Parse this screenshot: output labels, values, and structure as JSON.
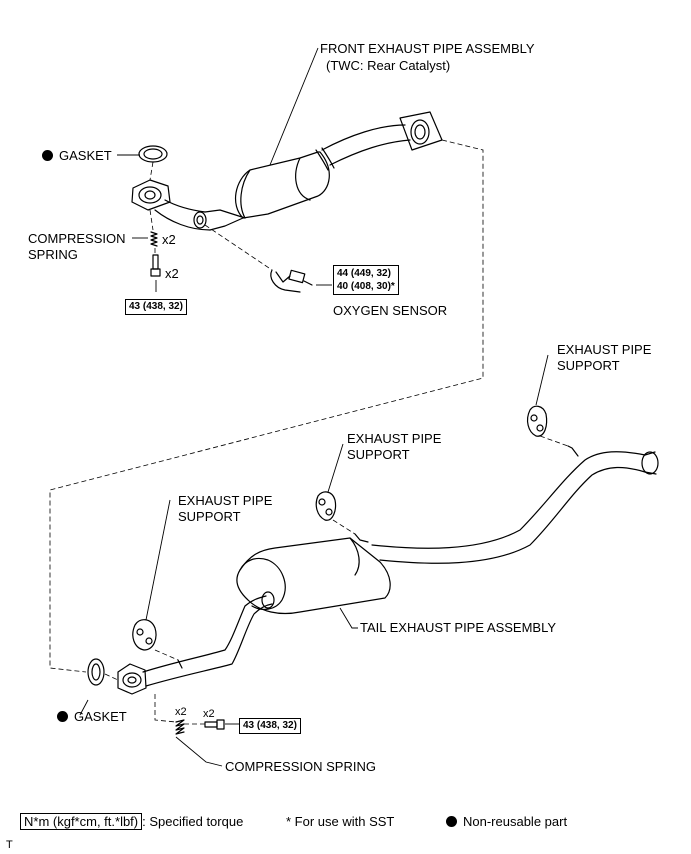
{
  "labels": {
    "front_pipe_line1": "FRONT EXHAUST PIPE ASSEMBLY",
    "front_pipe_line2": "(TWC: Rear Catalyst)",
    "gasket_top": "GASKET",
    "compression_spring_top_1": "COMPRESSION",
    "compression_spring_top_2": "SPRING",
    "x2_spring_top": "x2",
    "x2_bolt_top": "x2",
    "torque_top": "43 (438, 32)",
    "oxygen_torque_1": "44 (449, 32)",
    "oxygen_torque_2": "40 (408, 30)*",
    "oxygen_sensor": "OXYGEN SENSOR",
    "support_right_1": "EXHAUST PIPE",
    "support_right_2": "SUPPORT",
    "support_mid_1": "EXHAUST PIPE",
    "support_mid_2": "SUPPORT",
    "support_left_1": "EXHAUST PIPE",
    "support_left_2": "SUPPORT",
    "tail_pipe": "TAIL EXHAUST PIPE ASSEMBLY",
    "gasket_bottom": "GASKET",
    "x2_spring_bottom": "x2",
    "x2_bolt_bottom": "x2",
    "torque_bottom": "43 (438, 32)",
    "compression_spring_bottom": "COMPRESSION SPRING"
  },
  "legend": {
    "torque_unit": "N*m (kgf*cm, ft.*lbf)",
    "torque_desc": ": Specified torque",
    "sst_note": "* For use with SST",
    "non_reusable": "Non-reusable part"
  },
  "footer_mark": "T"
}
